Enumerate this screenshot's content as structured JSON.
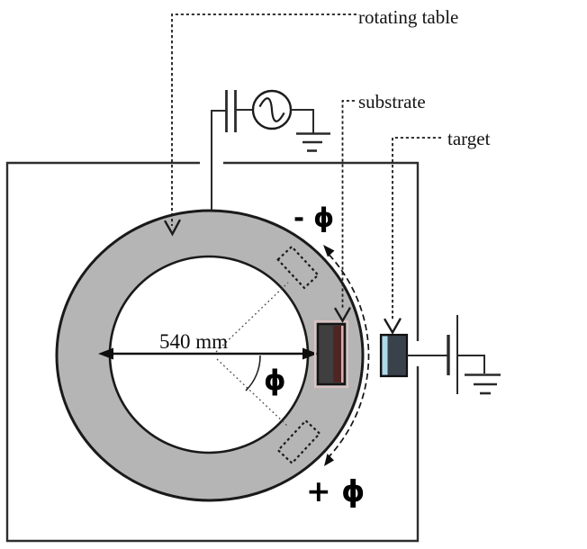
{
  "labels": {
    "rotating_table": "rotating table",
    "substrate": "substrate",
    "target": "target",
    "diameter": "540 mm",
    "phi": "ϕ",
    "minus_phi": "- ϕ",
    "plus_phi": "+ ϕ"
  },
  "colors": {
    "ring_fill": "#b5b5b5",
    "hole_fill": "#ffffff",
    "substrate_body": "#3f3f3f",
    "substrate_stripe": "#512424",
    "substrate_highlight": "#d9aeae",
    "target_body": "#39424a",
    "target_face": "#aed9e8",
    "background": "#ffffff"
  }
}
